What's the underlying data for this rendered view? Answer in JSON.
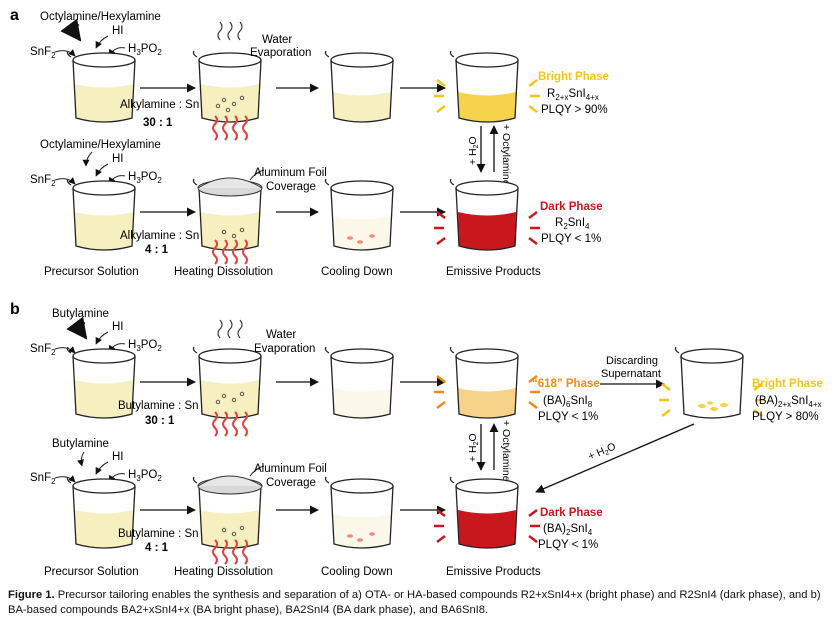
{
  "panels": [
    {
      "letter": "a",
      "ratio_label": "Alkylamine : Sn",
      "amine_label": "Octylamine/Hexylamine",
      "row1_ratio": "30 : 1",
      "row2_ratio": "4 : 1",
      "bright": {
        "title": "Bright Phase",
        "formula": "R2+xSnI4+x",
        "plqy": "PLQY > 90%"
      },
      "dark": {
        "title": "Dark Phase",
        "formula": "R2SnI4",
        "plqy": "PLQY < 1%"
      }
    },
    {
      "letter": "b",
      "ratio_label": "Butylamine : Sn",
      "amine_label": "Butylamine",
      "row1_ratio": "30 : 1",
      "row2_ratio": "4 : 1",
      "phase618": {
        "title": "“618” Phase",
        "formula": "(BA)6SnI8",
        "plqy": "PLQY < 1%"
      },
      "bright": {
        "title": "Bright Phase",
        "formula": "(BA)2+xSnI4+x",
        "plqy": "PLQY > 80%"
      },
      "dark": {
        "title": "Dark Phase",
        "formula": "(BA)2SnI4",
        "plqy": "PLQY < 1%"
      },
      "discard_label_1": "Discarding",
      "discard_label_2": "Supernatant"
    }
  ],
  "reagents": {
    "snf2": "SnF2",
    "hi": "HI",
    "h3po2": "H3PO2"
  },
  "labels": {
    "water_1": "Water",
    "water_2": "Evaporation",
    "foil_1": "Aluminum Foil",
    "foil_2": "Coverage",
    "plus_h2o": "+ H2O",
    "plus_octylamine": "+ Octylamine"
  },
  "steps": [
    "Precursor Solution",
    "Heating Dissolution",
    "Cooling Down",
    "Emissive Products"
  ],
  "caption": {
    "label": "Figure 1.",
    "text": "Precursor tailoring enables the synthesis and separation of a) OTA- or HA-based compounds R2+xSnI4+x (bright phase) and R2SnI4 (dark phase), and b) BA-based compounds BA2+xSnI4+x (BA bright phase), BA2SnI4 (BA dark phase), and BA6SnI8."
  },
  "colors": {
    "bright": "#f5c518",
    "dark": "#c8181e",
    "orange": "#f08a1c",
    "solution": "#f6efbf",
    "heat": "#e84040"
  }
}
